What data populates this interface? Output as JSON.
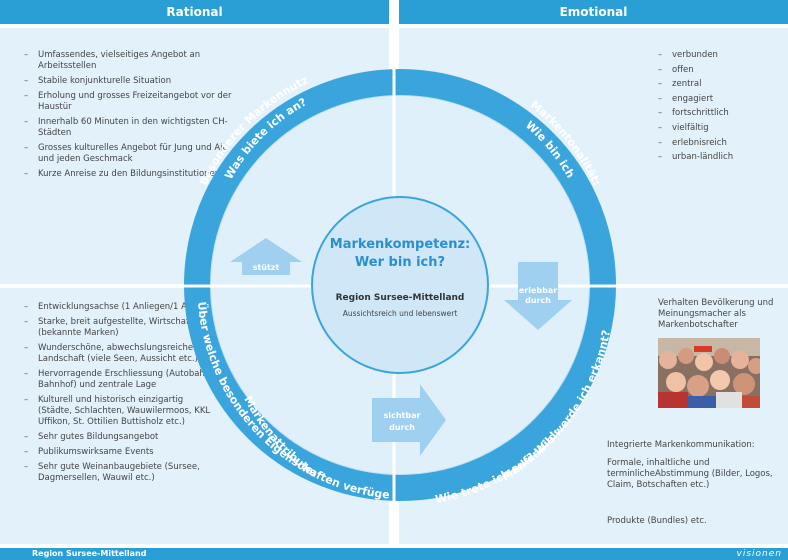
{
  "header": {
    "left": "Rational",
    "right": "Emotional"
  },
  "rational_benefits": [
    "Umfassendes, vielseitiges Angebot an Arbeitsstellen",
    "Stabile konjunkturelle Situation",
    "Erholung und grosses Freizeitangebot vor der Haustür",
    "Innerhalb 60 Minuten in den wichtigsten CH-Städten",
    "Grosses kulturelles Angebot für Jung und Alt und jeden Geschmack",
    "Kurze Anreise zu den Bildungsinstitutionen"
  ],
  "emotional_tonality": [
    "verbunden",
    "offen",
    "zentral",
    "engagiert",
    "fortschrittlich",
    "vielfältig",
    "erlebnisreich",
    "urban-ländlich"
  ],
  "attributes": [
    "Entwicklungsachse (1 Anliegen/1 Achse)",
    "Starke, breit aufgestellte, Wirtschaft (bekannte Marken)",
    "Wunderschöne, abwechslungsreiche Landschaft (viele Seen, Aussicht etc.)",
    "Hervorragende Erschliessung (Autobahn, Bahnhof) und zentrale Lage",
    "Kulturell und historisch einzigartig (Städte, Schlachten, Wauwilermoos, KKL Uffikon, St. Ottilien Buttisholz etc.)",
    "Sehr gutes Bildungsangebot",
    "Publikumswirksame Events",
    "Sehr gute Weinanbaugebiete (Sursee, Dagmersellen, Wauwil etc.)"
  ],
  "brand_image": {
    "ambassadors": "Verhalten Bevölkerung und Meinungsmacher als Markenbotschafter",
    "communication_title": "Integrierte Markenkommunikation:",
    "communication_text": "Formale, inhaltliche und terminlicheAbstimmung (Bilder, Logos, Claim, Botschaften etc.)",
    "products": "Produkte (Bundles) etc."
  },
  "center": {
    "title_line1": "Markenkompetenz:",
    "title_line2": "Wer bin ich?",
    "region": "Region Sursee-Mittelland",
    "tagline": "Aussichtsreich und lebenswert"
  },
  "ring_labels": {
    "nutzen_1": "Besonderer Markennutzen:",
    "nutzen_2": "Was biete ich an?",
    "tonalitaet_1": "Markentonalität:",
    "tonalitaet_2": "Wie bin ich?",
    "attribute_1": "Markenattribute:",
    "attribute_2": "Über welche besonderen Eigenschaften verfüge ich?",
    "bild_1": "Markenbild:",
    "bild_2": "Wie trete ich auf? Wie werde ich erkannt?"
  },
  "arrows": {
    "stuetzt": "stützt",
    "erlebbar_1": "erlebbar",
    "erlebbar_2": "durch",
    "sichtbar_1": "sichtbar",
    "sichtbar_2": "durch"
  },
  "footer": {
    "left": "Region Sursee-Mittelland",
    "right": "visionen"
  },
  "colors": {
    "header": "#2a9fd6",
    "ring": "#3aa5dc",
    "panel": "#e3f1fb",
    "arrow": "#9fd0ef"
  }
}
